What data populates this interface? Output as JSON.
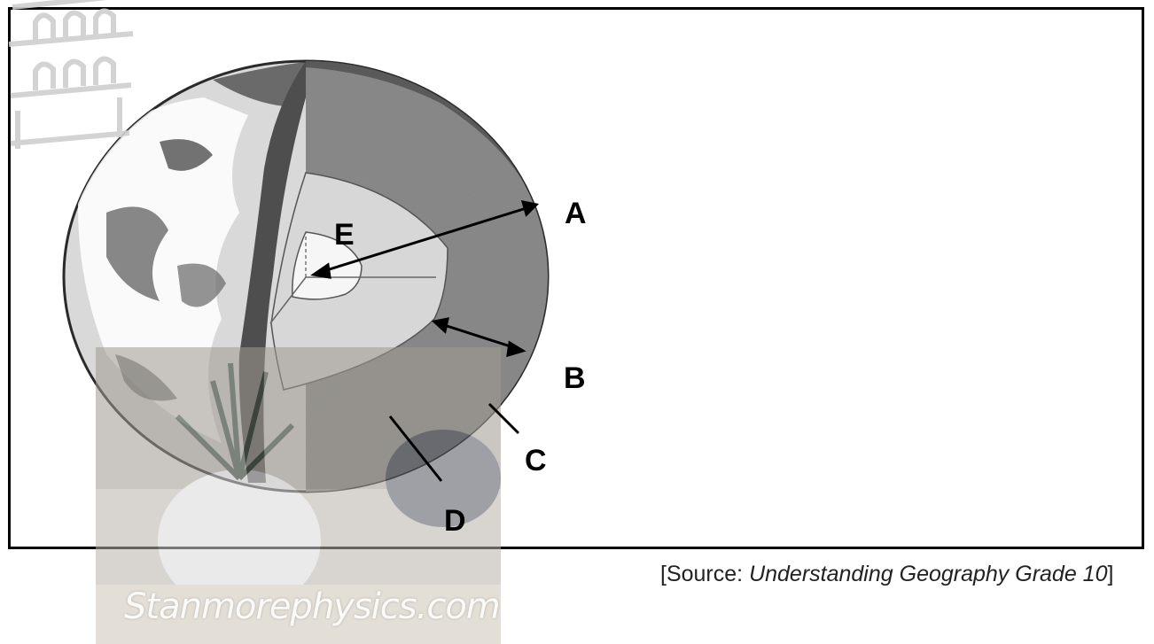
{
  "labels": {
    "a": "A",
    "b": "B",
    "c": "C",
    "d": "D",
    "e": "E"
  },
  "caption": {
    "prefix": "[Source: ",
    "title": "Understanding Geography Grade 10",
    "suffix": "]"
  },
  "watermark": {
    "text": "Stanmorephysics.com"
  },
  "colors": {
    "frame": "#000000",
    "mantle": "#7a7a7a",
    "crust": "#5a5a5a",
    "outer_core": "#c8c8c8",
    "inner_core": "#f4f4f4",
    "photo_overlay": "#b9b4ab"
  },
  "icons": {
    "logo": "tower-logo-icon"
  }
}
